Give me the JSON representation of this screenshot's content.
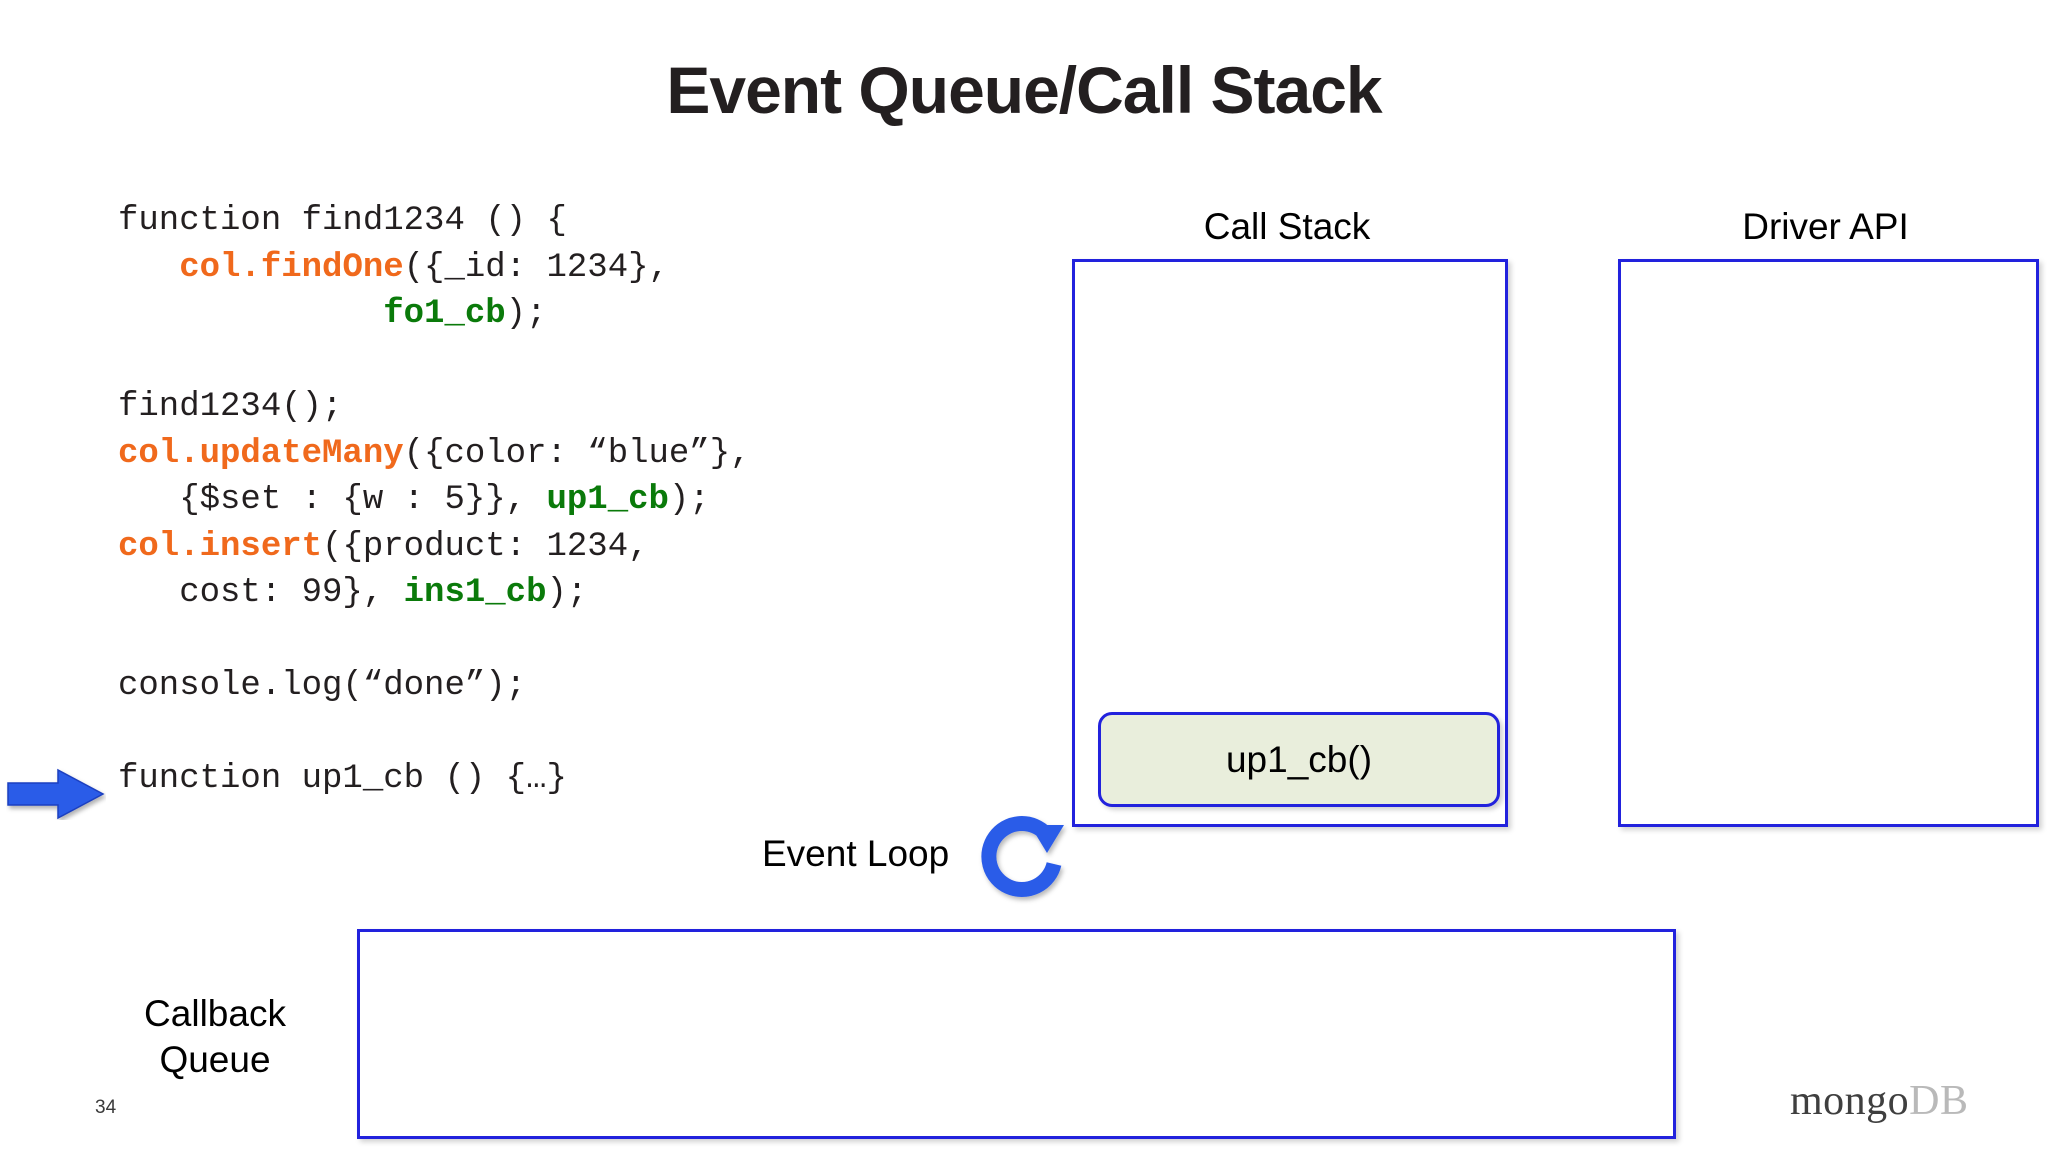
{
  "slide": {
    "title": "Event Queue/Call Stack",
    "number": "34",
    "logo": {
      "primary": "mongo",
      "secondary": "DB"
    },
    "colors": {
      "orange": "#F0691C",
      "green": "#0A7A0A",
      "box_border_blue": "#2222DD",
      "frame_fill": "#E9EEDC",
      "arrow_blue": "#2B5CE8",
      "title": "#231f20"
    }
  },
  "code": {
    "lines": [
      {
        "id": "line-1",
        "segments": [
          {
            "text": "function find1234 () {",
            "style": "plain"
          }
        ]
      },
      {
        "id": "line-2",
        "segments": [
          {
            "text": "   ",
            "style": "plain"
          },
          {
            "text": "col.findOne",
            "style": "orange"
          },
          {
            "text": "({_id: 1234},",
            "style": "plain"
          }
        ]
      },
      {
        "id": "line-3",
        "segments": [
          {
            "text": "             ",
            "style": "plain"
          },
          {
            "text": "fo1_cb",
            "style": "green"
          },
          {
            "text": ");",
            "style": "plain"
          }
        ]
      },
      {
        "id": "line-4",
        "segments": [
          {
            "text": " ",
            "style": "plain"
          }
        ]
      },
      {
        "id": "line-5",
        "segments": [
          {
            "text": "find1234();",
            "style": "plain"
          }
        ]
      },
      {
        "id": "line-6",
        "segments": [
          {
            "text": "col.updateMany",
            "style": "orange"
          },
          {
            "text": "({color: “blue”},",
            "style": "plain"
          }
        ]
      },
      {
        "id": "line-7",
        "segments": [
          {
            "text": "   {$set : {w : 5}}, ",
            "style": "plain"
          },
          {
            "text": "up1_cb",
            "style": "green"
          },
          {
            "text": ");",
            "style": "plain"
          }
        ]
      },
      {
        "id": "line-8",
        "segments": [
          {
            "text": "col.insert",
            "style": "orange"
          },
          {
            "text": "({product: 1234,",
            "style": "plain"
          }
        ]
      },
      {
        "id": "line-9",
        "segments": [
          {
            "text": "   cost: 99}, ",
            "style": "plain"
          },
          {
            "text": "ins1_cb",
            "style": "green"
          },
          {
            "text": ");",
            "style": "plain"
          }
        ]
      },
      {
        "id": "line-10",
        "segments": [
          {
            "text": " ",
            "style": "plain"
          }
        ]
      },
      {
        "id": "line-11",
        "segments": [
          {
            "text": "console.log(“done”);",
            "style": "plain"
          }
        ]
      },
      {
        "id": "line-12",
        "segments": [
          {
            "text": " ",
            "style": "plain"
          }
        ]
      },
      {
        "id": "line-13",
        "segments": [
          {
            "text": "function up1_cb () {…}",
            "style": "plain"
          }
        ]
      }
    ],
    "pointer_target_line": "line-13",
    "pointer_icon": "right-arrow-icon"
  },
  "panels": {
    "call_stack": {
      "label": "Call Stack",
      "frames": [
        {
          "label": "up1_cb()"
        }
      ]
    },
    "driver_api": {
      "label": "Driver API",
      "frames": []
    },
    "callback_queue": {
      "label_line1": "Callback",
      "label_line2": "Queue",
      "items": []
    }
  },
  "event_loop": {
    "label": "Event Loop",
    "icon": "circular-arrow-icon"
  }
}
